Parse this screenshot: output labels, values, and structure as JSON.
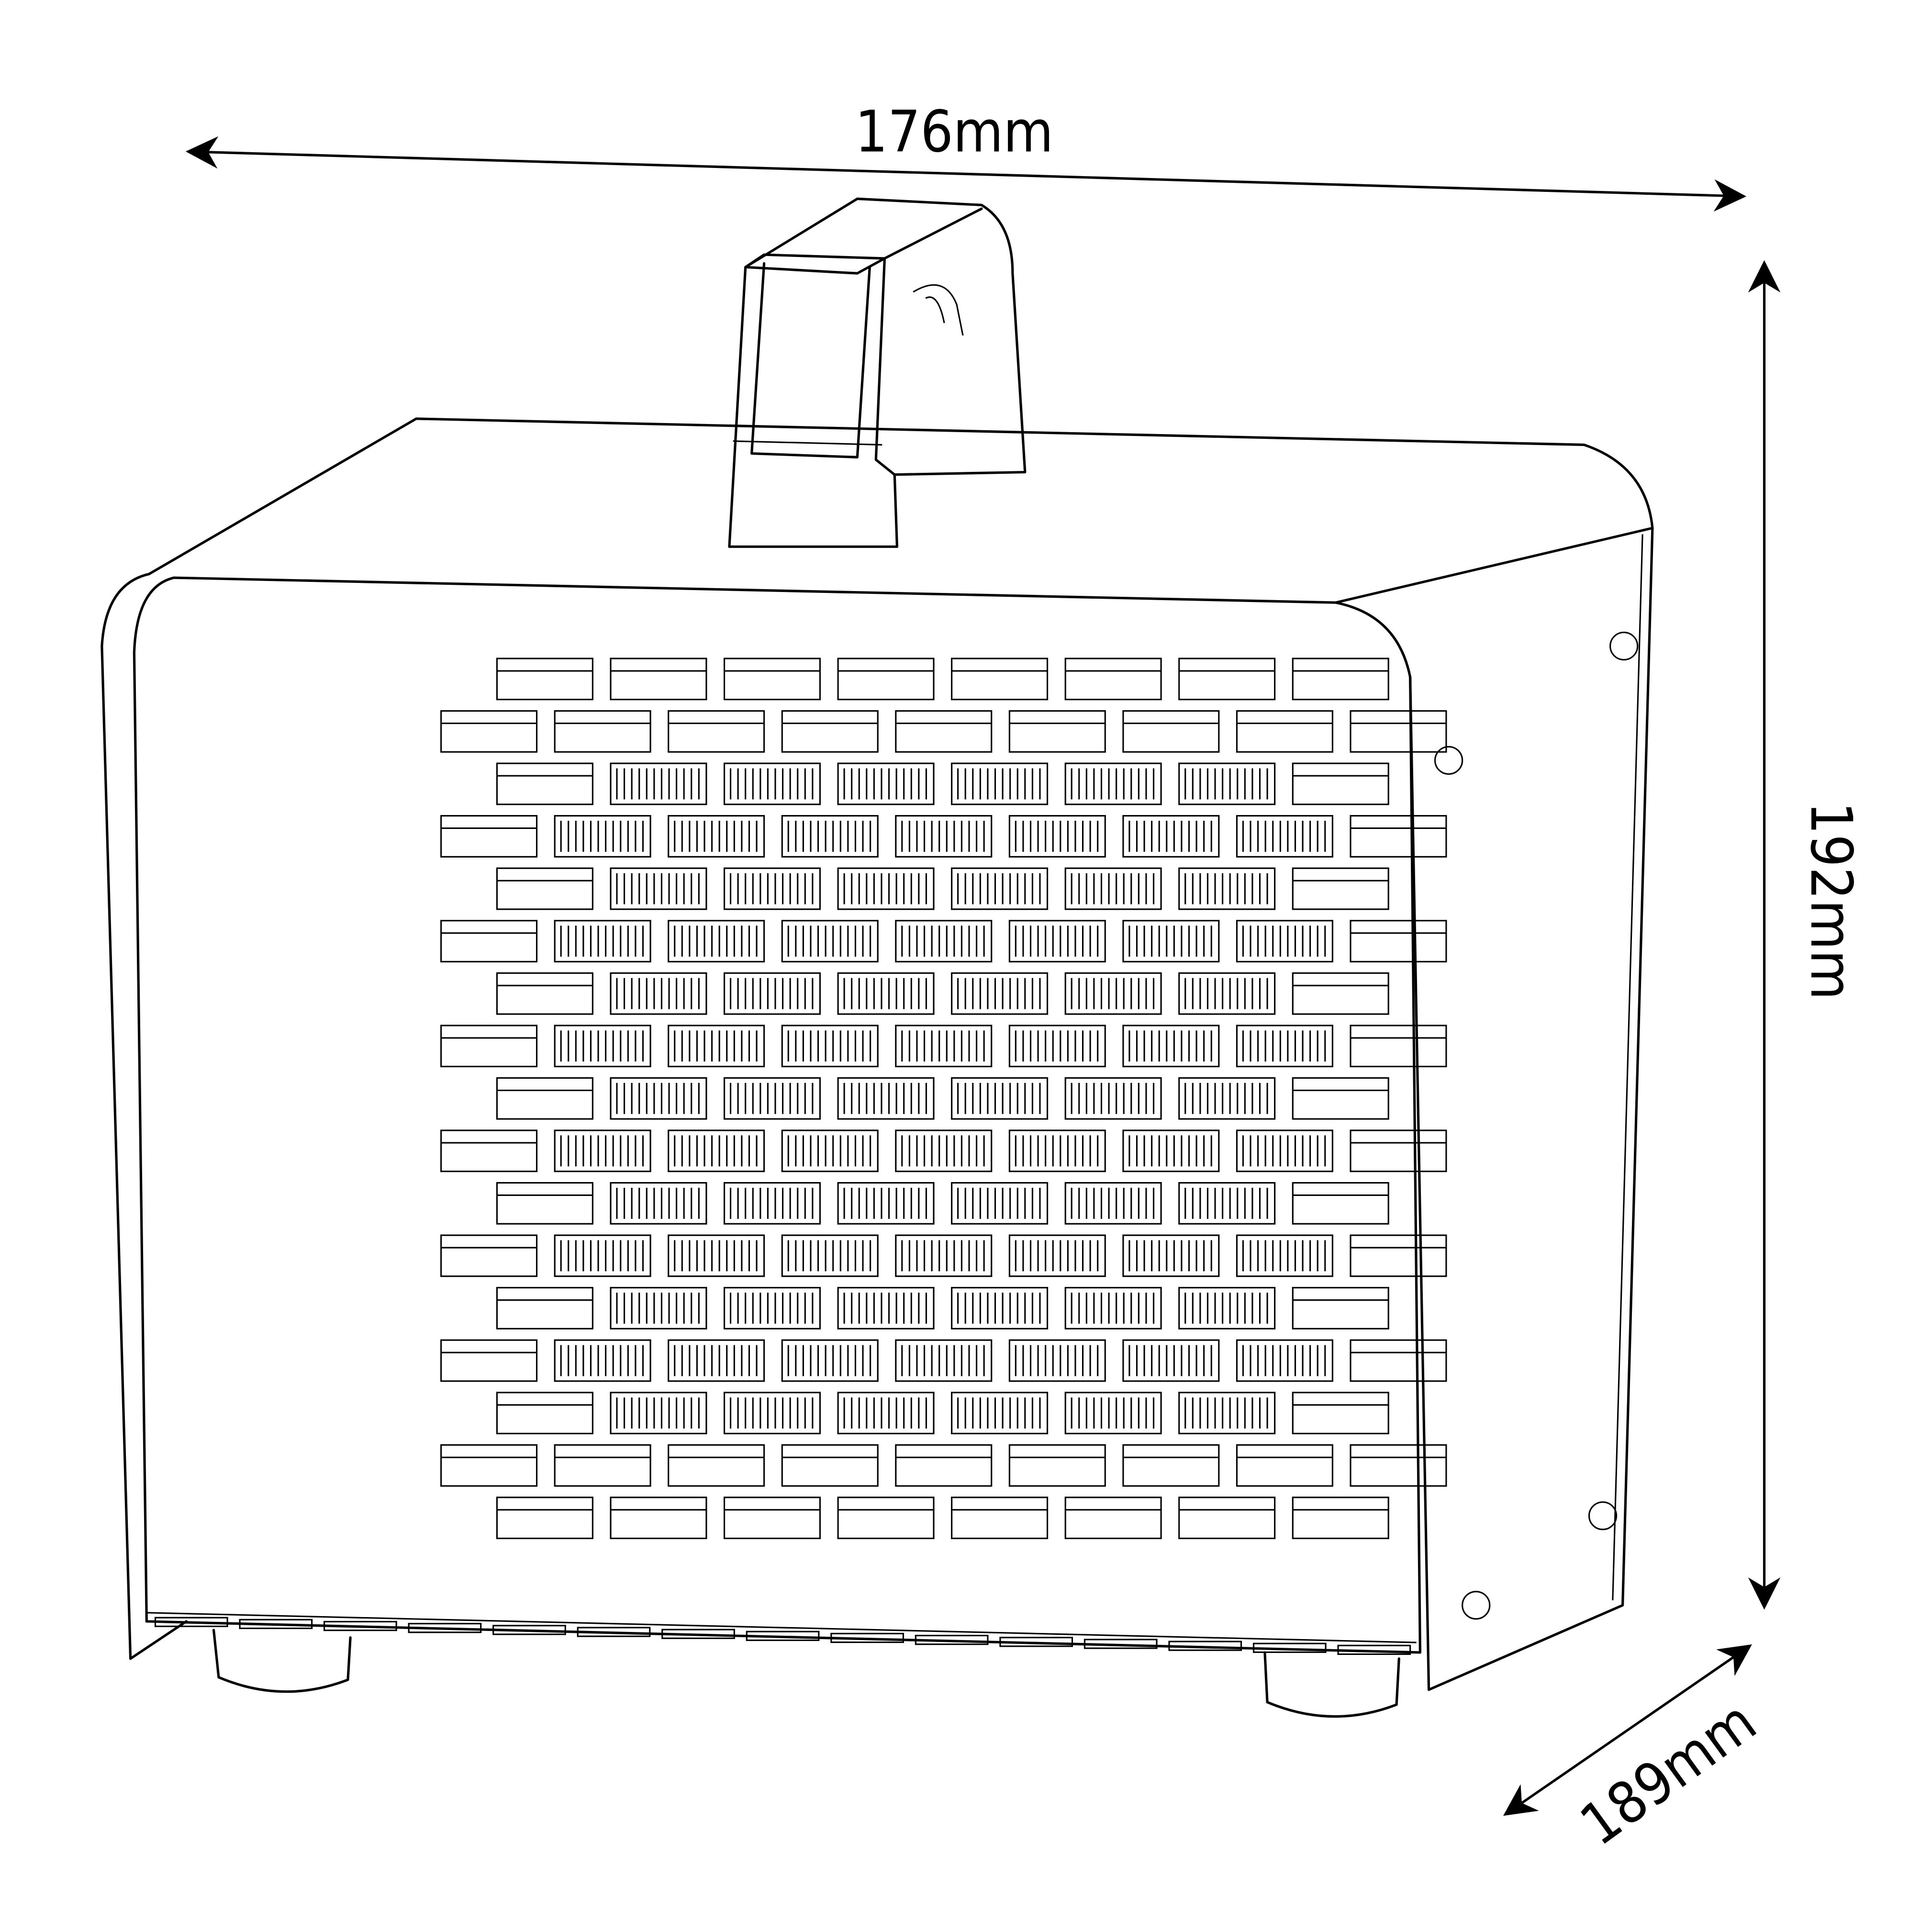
{
  "diagram": {
    "subject": "heater",
    "dimensions": {
      "width_label": "176mm",
      "height_label": "192mm",
      "depth_label": "189mm"
    },
    "grille": {
      "rows": 17
    },
    "colors": {
      "line": "#000000",
      "background": "#ffffff"
    }
  }
}
